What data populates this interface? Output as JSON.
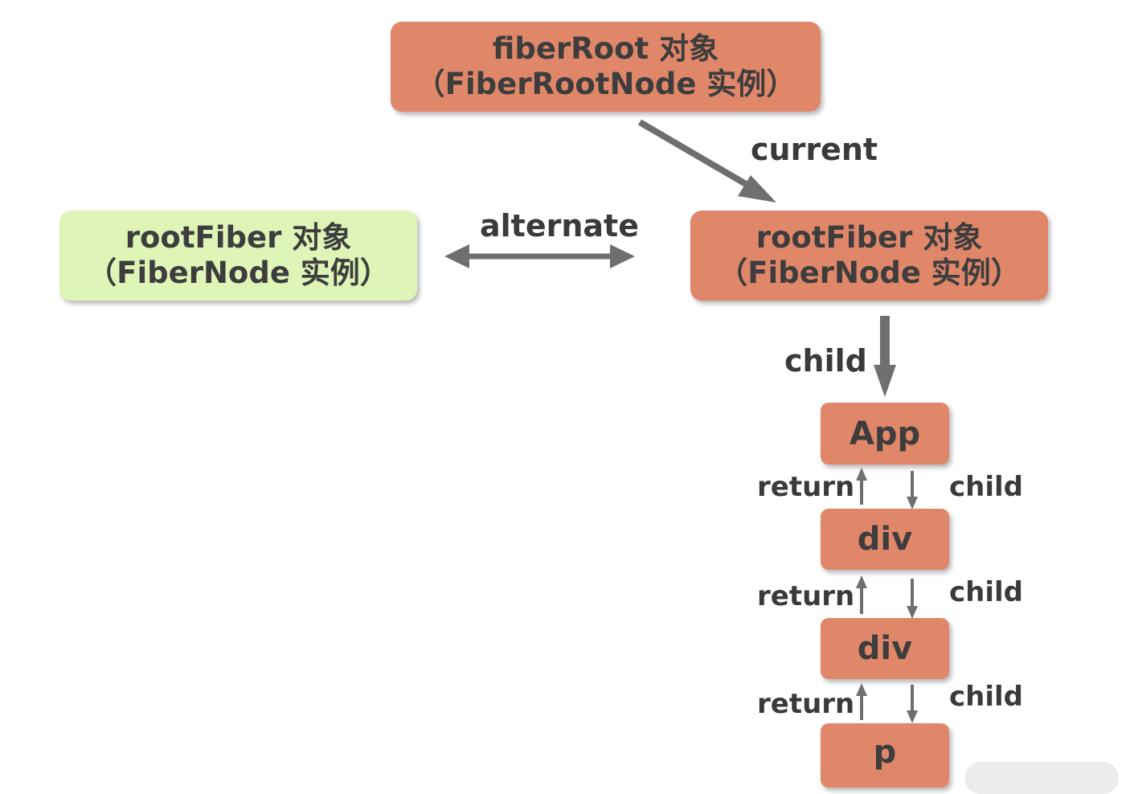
{
  "diagram": {
    "fiber_root": {
      "line1": "fiberRoot 对象",
      "line2": "（FiberRootNode 实例）"
    },
    "root_fiber_alternate": {
      "line1": "rootFiber 对象",
      "line2": "（FiberNode 实例）"
    },
    "root_fiber_current": {
      "line1": "rootFiber 对象",
      "line2": "（FiberNode 实例）"
    },
    "edges": {
      "current": "current",
      "alternate": "alternate",
      "child_main": "child",
      "return_1": "return",
      "child_1": "child",
      "return_2": "return",
      "child_2": "child",
      "return_3": "return",
      "child_3": "child"
    },
    "tree_nodes": [
      "App",
      "div",
      "div",
      "p"
    ],
    "colors": {
      "current_node": "#e0876a",
      "alternate_node": "#dff5b8",
      "arrow": "#6f6f6f",
      "text": "#3d3d3d"
    }
  }
}
